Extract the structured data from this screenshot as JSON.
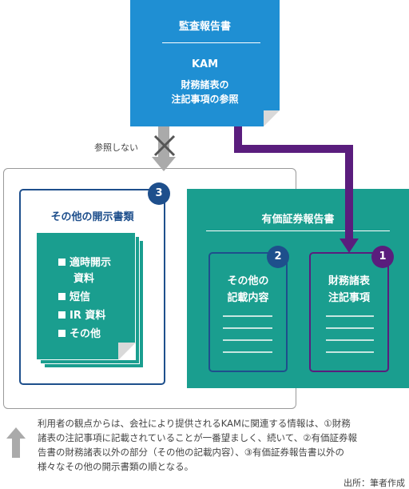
{
  "audit_report": {
    "title": "監査報告書",
    "kam": "KAM",
    "kam_ref_line1": "財務諸表の",
    "kam_ref_line2": "注記事項の参照"
  },
  "no_reference_label": "参照しない",
  "other_disclosure": {
    "badge": "3",
    "title": "その他の開示書類",
    "items": [
      "適時開示",
      "資料",
      "短信",
      "IR 資料",
      "その他"
    ]
  },
  "securities_report": {
    "title": "有価証券報告書",
    "other_content": {
      "badge": "2",
      "line1": "その他の",
      "line2": "記載内容"
    },
    "financial_notes": {
      "badge": "1",
      "line1": "財務諸表",
      "line2": "注記事項"
    }
  },
  "note": {
    "lines": [
      "利用者の観点からは、会社により提供されるKAMに関連する情報は、①財務",
      "諸表の注記事項に記載されていることが一番望ましく、続いて、②有価証券報",
      "告書の財務諸表以外の部分（その他の記載内容）、③有価証券報告書以外の",
      "様々なその他の開示書類の順となる。"
    ]
  },
  "source": "出所：筆者作成",
  "colors": {
    "audit_blue": "#1f8fd3",
    "teal": "#1a9e8f",
    "navy": "#1e4f8c",
    "purple": "#5a1d7d",
    "gray_arrow": "#aaaaaa"
  }
}
